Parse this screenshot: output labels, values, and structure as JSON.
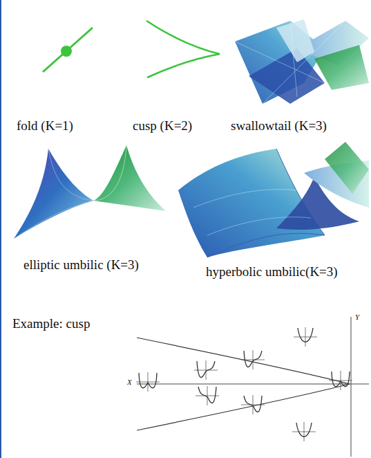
{
  "diagram": {
    "labels": [
      "fold (K=1)",
      "cusp (K=2)",
      "swallowtail (K=3)",
      "elliptic umbilic (K=3)",
      "hyperbolic umbilic(K=3)",
      "Example: cusp",
      "X",
      "Y"
    ]
  }
}
